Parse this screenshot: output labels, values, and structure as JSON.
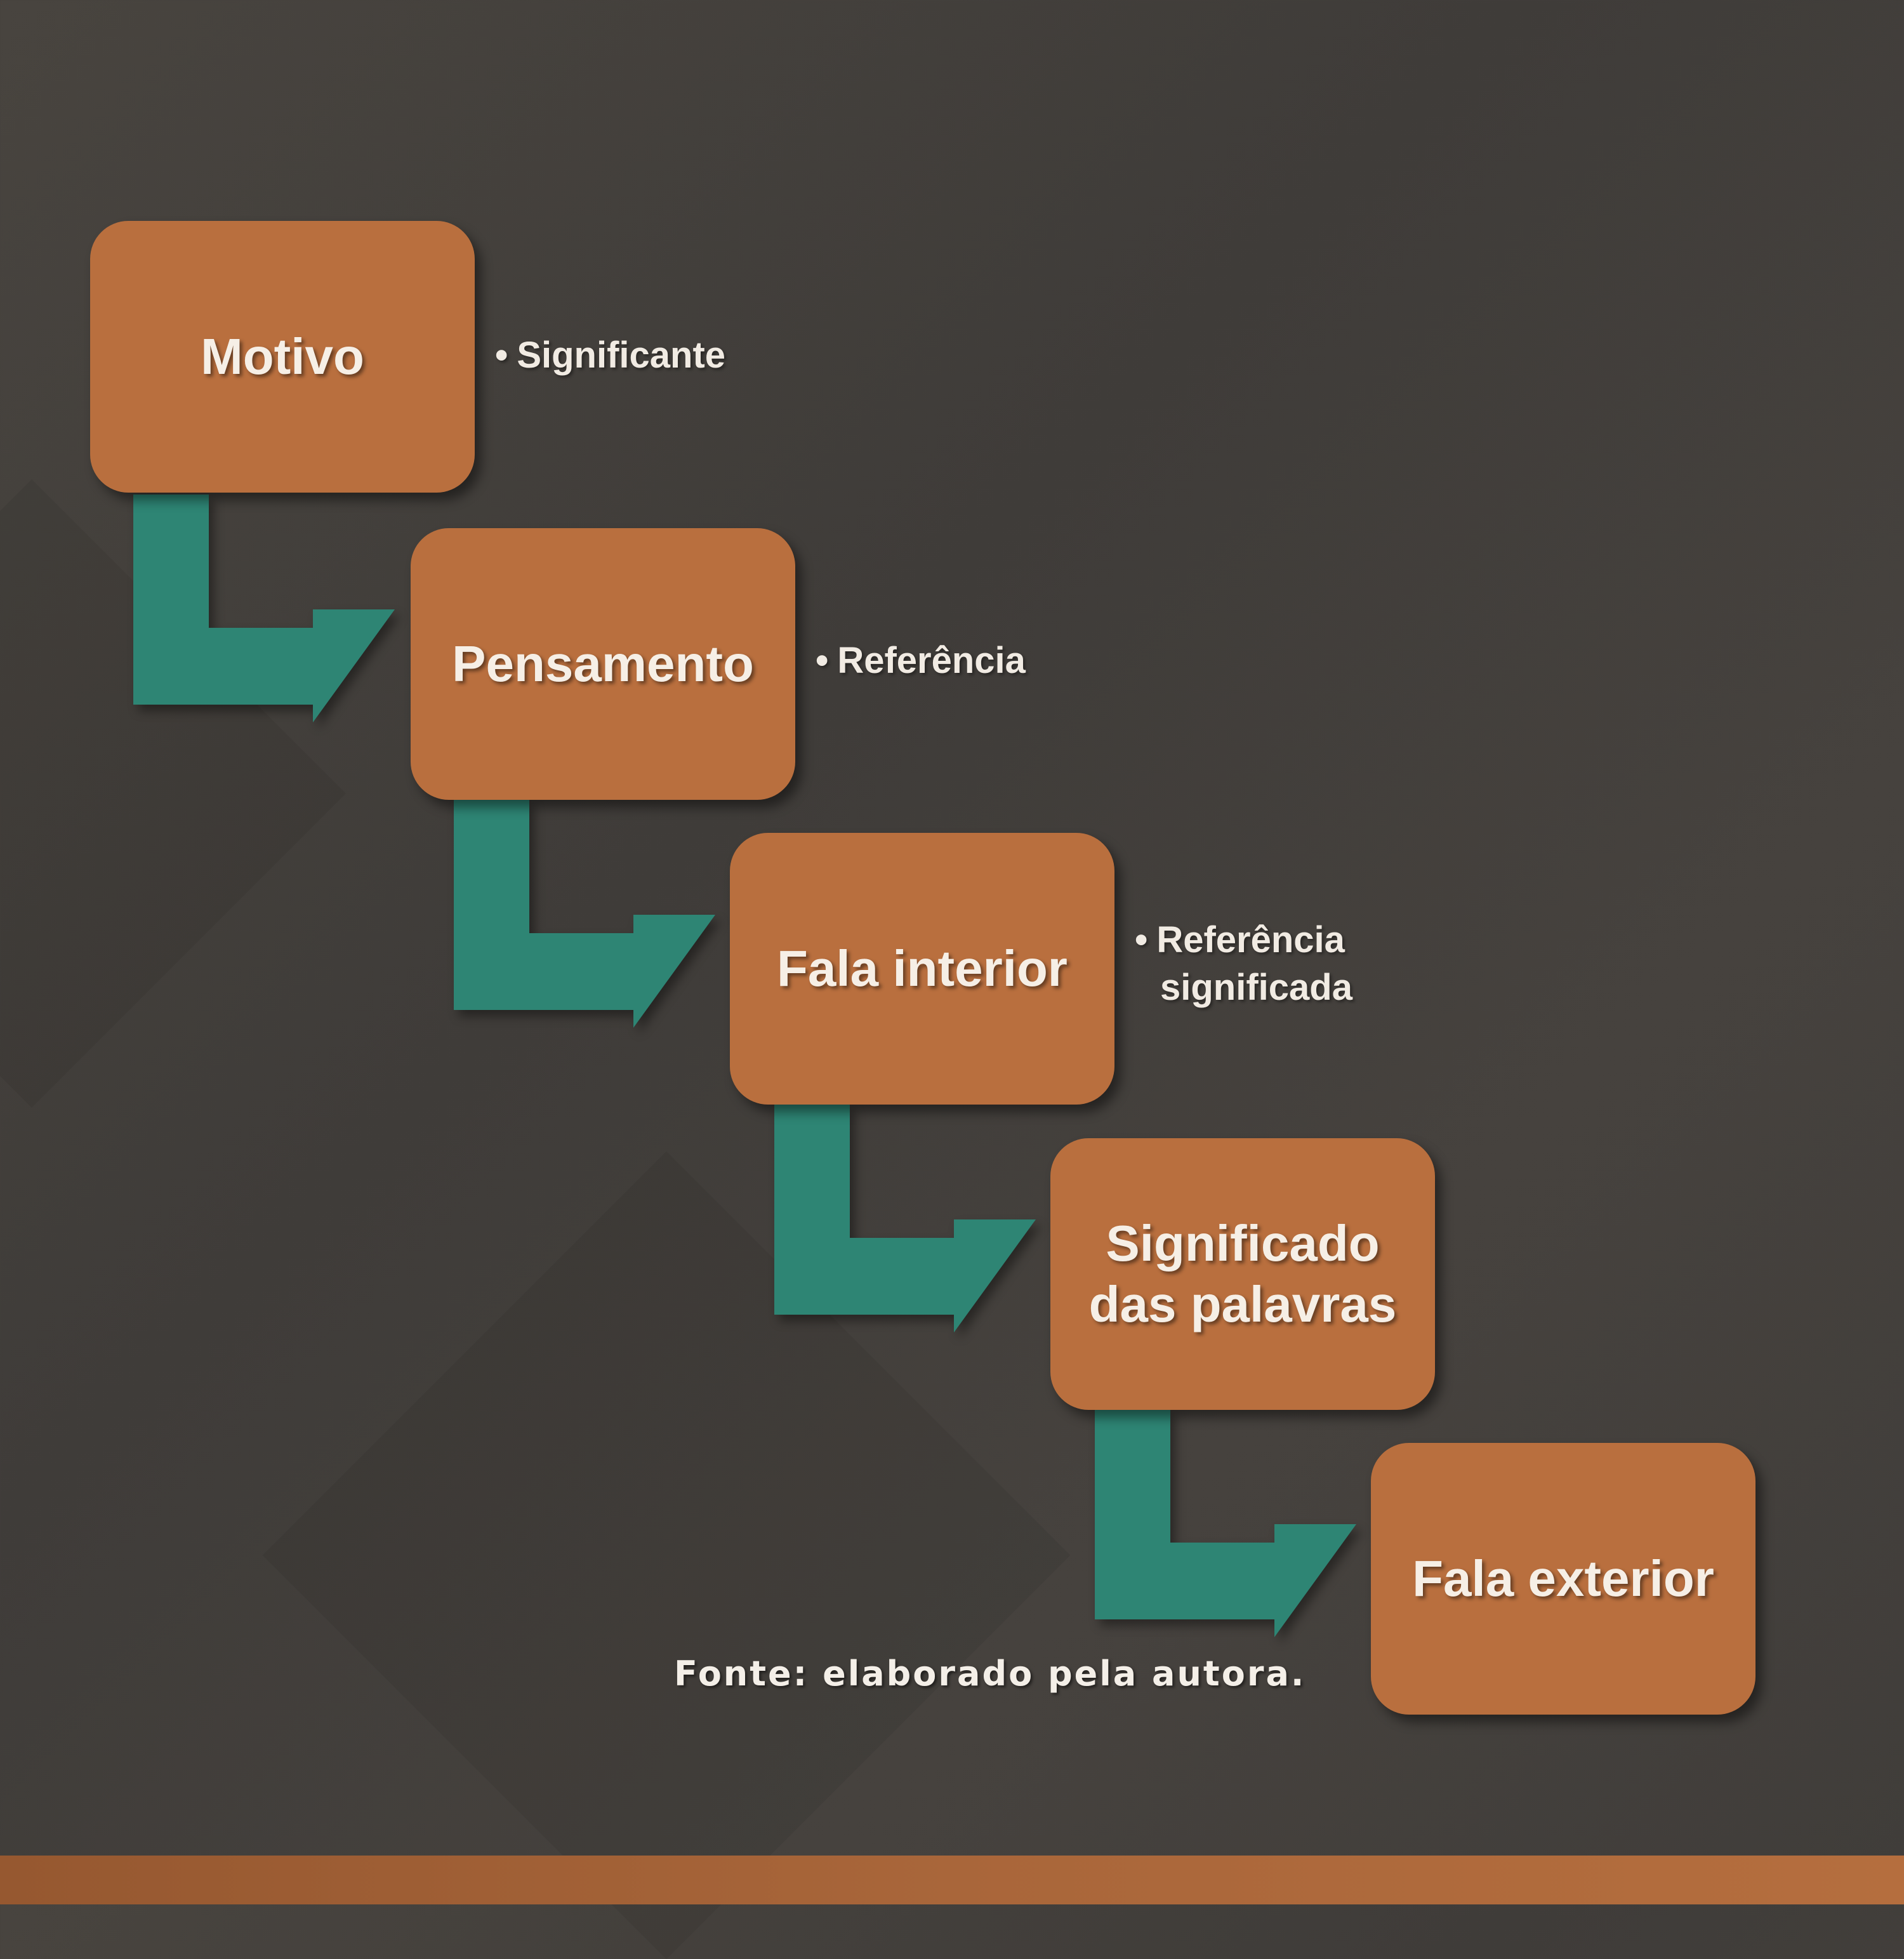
{
  "colors": {
    "box": "#b96f3e",
    "arrow": "#2e8574",
    "background": "#45413d",
    "bar": "#a6633a"
  },
  "steps": [
    {
      "title": "Motivo",
      "note": [
        "Significante"
      ]
    },
    {
      "title": "Pensamento",
      "note": [
        "Referência"
      ]
    },
    {
      "title": "Fala interior",
      "note": [
        "Referência",
        "significada"
      ]
    },
    {
      "title": "Significado das palavras",
      "title_lines": [
        "Significado",
        "das palavras"
      ],
      "note": []
    },
    {
      "title": "Fala exterior",
      "note": []
    }
  ],
  "source": "Fonte: elaborado pela autora."
}
